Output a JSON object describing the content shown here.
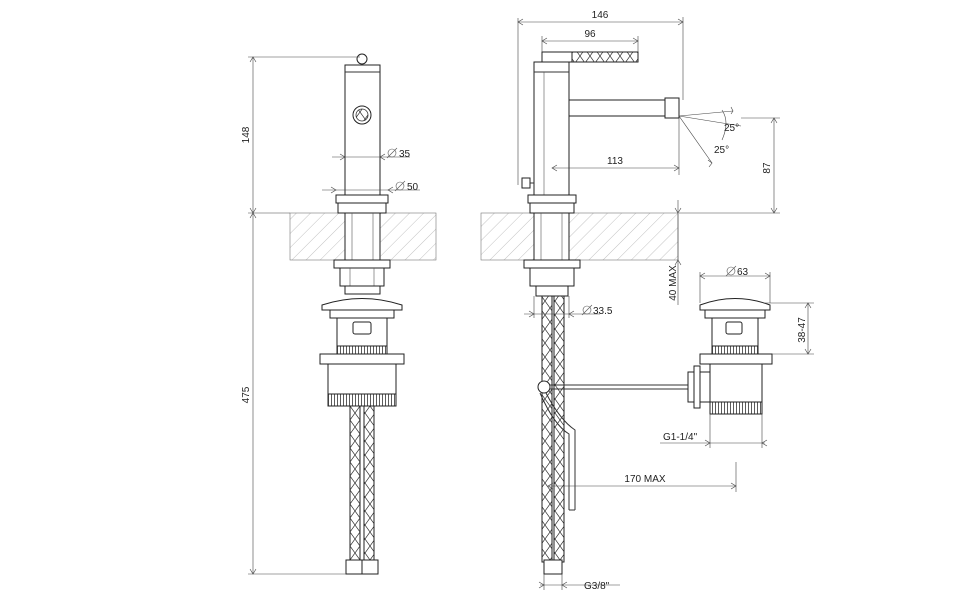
{
  "dimensions": {
    "front_height_top": "148",
    "front_height_total": "475",
    "body_diameter": "35",
    "base_diameter": "50",
    "side_width_total": "146",
    "side_lever_length": "96",
    "spout_reach": "113",
    "spout_height": "87",
    "angle_up": "25°",
    "angle_down": "25°",
    "deck_thickness": "40 MAX",
    "shank_diameter": "33.5",
    "waste_diameter": "63",
    "waste_height": "38-47",
    "waste_thread": "G1-1/4\"",
    "rod_length": "170 MAX",
    "hose_thread": "G3/8\""
  },
  "colors": {
    "line": "#333333",
    "hatch": "#999999",
    "background": "#ffffff"
  },
  "icons": {
    "diameter_symbol": "diameter-icon"
  }
}
